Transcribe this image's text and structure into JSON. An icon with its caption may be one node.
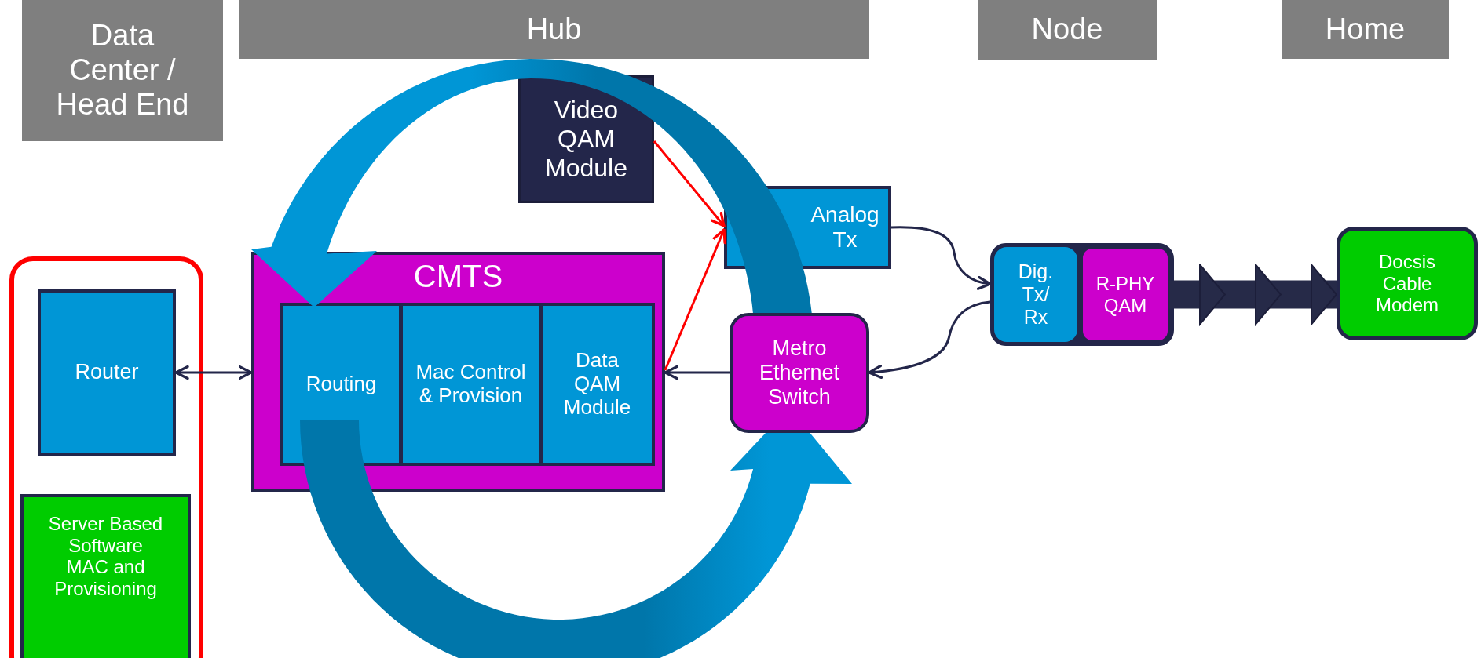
{
  "diagram": {
    "nodes": [
      {
        "text": [
          "Data Center / Head End"
        ]
      },
      {
        "text": [
          "Hub"
        ]
      },
      {
        "text": [
          "Node"
        ]
      },
      {
        "text": [
          "Home"
        ]
      },
      {
        "text": [],
        "shape": "box"
      },
      {
        "text": [
          "Router"
        ],
        "in": 4
      },
      {
        "text": [
          "Server Based Software MAC and Provisioning"
        ],
        "in": 4
      },
      {
        "text": [
          "Video QAM Module"
        ]
      },
      {
        "text": [
          "CMTS"
        ]
      },
      {
        "text": [
          "Routing"
        ],
        "in": 8
      },
      {
        "text": [
          "Mac Control & Provision"
        ],
        "in": 8
      },
      {
        "text": [
          "Data QAM Module"
        ],
        "in": 8
      },
      {
        "text": [
          "Analog Tx"
        ]
      },
      {
        "text": [
          "Metro Ethernet Switch"
        ]
      },
      {
        "text": [],
        "shape": "box"
      },
      {
        "text": [
          "Dig. Tx/ Rx"
        ],
        "in": 14
      },
      {
        "text": [
          "R-PHY QAM"
        ],
        "in": 14
      },
      {
        "text": [
          "Docsis Cable Modem"
        ]
      }
    ],
    "edges": [
      {
        "from": 5,
        "to": 8,
        "arrow": "both"
      },
      {
        "from": 13,
        "to": 8,
        "arrow": "to"
      },
      {
        "from": 7,
        "to": 12,
        "arrow": "to",
        "color": "#ff0000"
      },
      {
        "from": 8,
        "to": 12,
        "arrow": "to",
        "color": "#ff0000"
      },
      {
        "from": 12,
        "to": 15,
        "arrow": "to"
      },
      {
        "from": 15,
        "to": 13,
        "arrow": "to"
      },
      {
        "from": 16,
        "to": 17,
        "arrow": "to",
        "style": "thick"
      }
    ]
  }
}
